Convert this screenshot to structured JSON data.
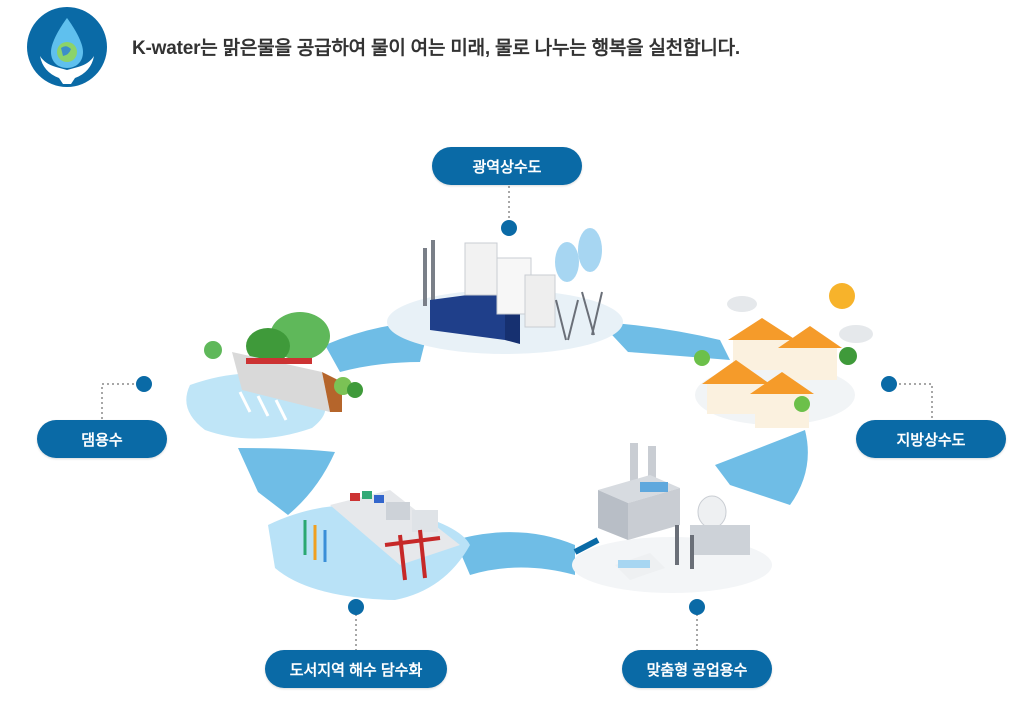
{
  "header": {
    "logo_icon": "water-drop-hands-icon",
    "tagline": "K-water는 맑은물을 공급하여 물이 여는 미래, 물로 나누는 행복을 실천합니다."
  },
  "diagram": {
    "nodes": [
      {
        "id": "wide-area",
        "label": "광역상수도",
        "icon": "water-treatment-plant-icon"
      },
      {
        "id": "local",
        "label": "지방상수도",
        "icon": "houses-icon"
      },
      {
        "id": "industrial",
        "label": "맞춤형 공업용수",
        "icon": "factory-icon"
      },
      {
        "id": "desalination",
        "label": "도서지역 해수 담수화",
        "icon": "port-desalination-icon"
      },
      {
        "id": "dam",
        "label": "댐용수",
        "icon": "dam-icon"
      }
    ],
    "colors": {
      "pill": "#0a6aa6",
      "dot": "#0a6aa6",
      "flow": "#6fbde6",
      "water": "#b9e2f7",
      "text": "#333333"
    }
  }
}
